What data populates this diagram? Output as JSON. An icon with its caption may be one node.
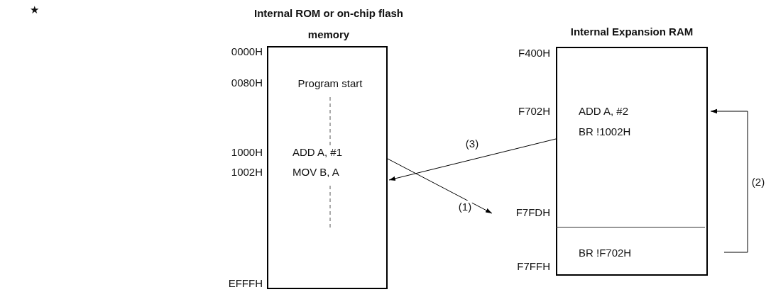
{
  "diagram": {
    "nodes": [
      {
        "text": [
          "Internal ROM or on-chip flash memory",
          "Program start",
          "ADD A, #1",
          "MOV B, A"
        ],
        "beside": [
          "0000H",
          "0080H",
          "1000H",
          "1002H",
          "EFFFH"
        ]
      },
      {
        "text": [
          "Internal Expansion RAM",
          "ADD A, #2",
          "BR !1002H"
        ],
        "beside": [
          "F400H",
          "F702H"
        ]
      },
      {
        "text": [
          "BR !F702H"
        ],
        "in": 1,
        "beside": [
          "F7FDH",
          "F7FFH"
        ]
      }
    ],
    "edges": [
      {
        "from": 0,
        "to": 2,
        "arrow": "to",
        "label": "(1)"
      },
      {
        "from": 1,
        "to": 0,
        "arrow": "to",
        "label": "(3)"
      },
      {
        "from": 2,
        "to": 1,
        "arrow": "to",
        "label": "(2)"
      }
    ],
    "labels": [
      "★"
    ]
  }
}
